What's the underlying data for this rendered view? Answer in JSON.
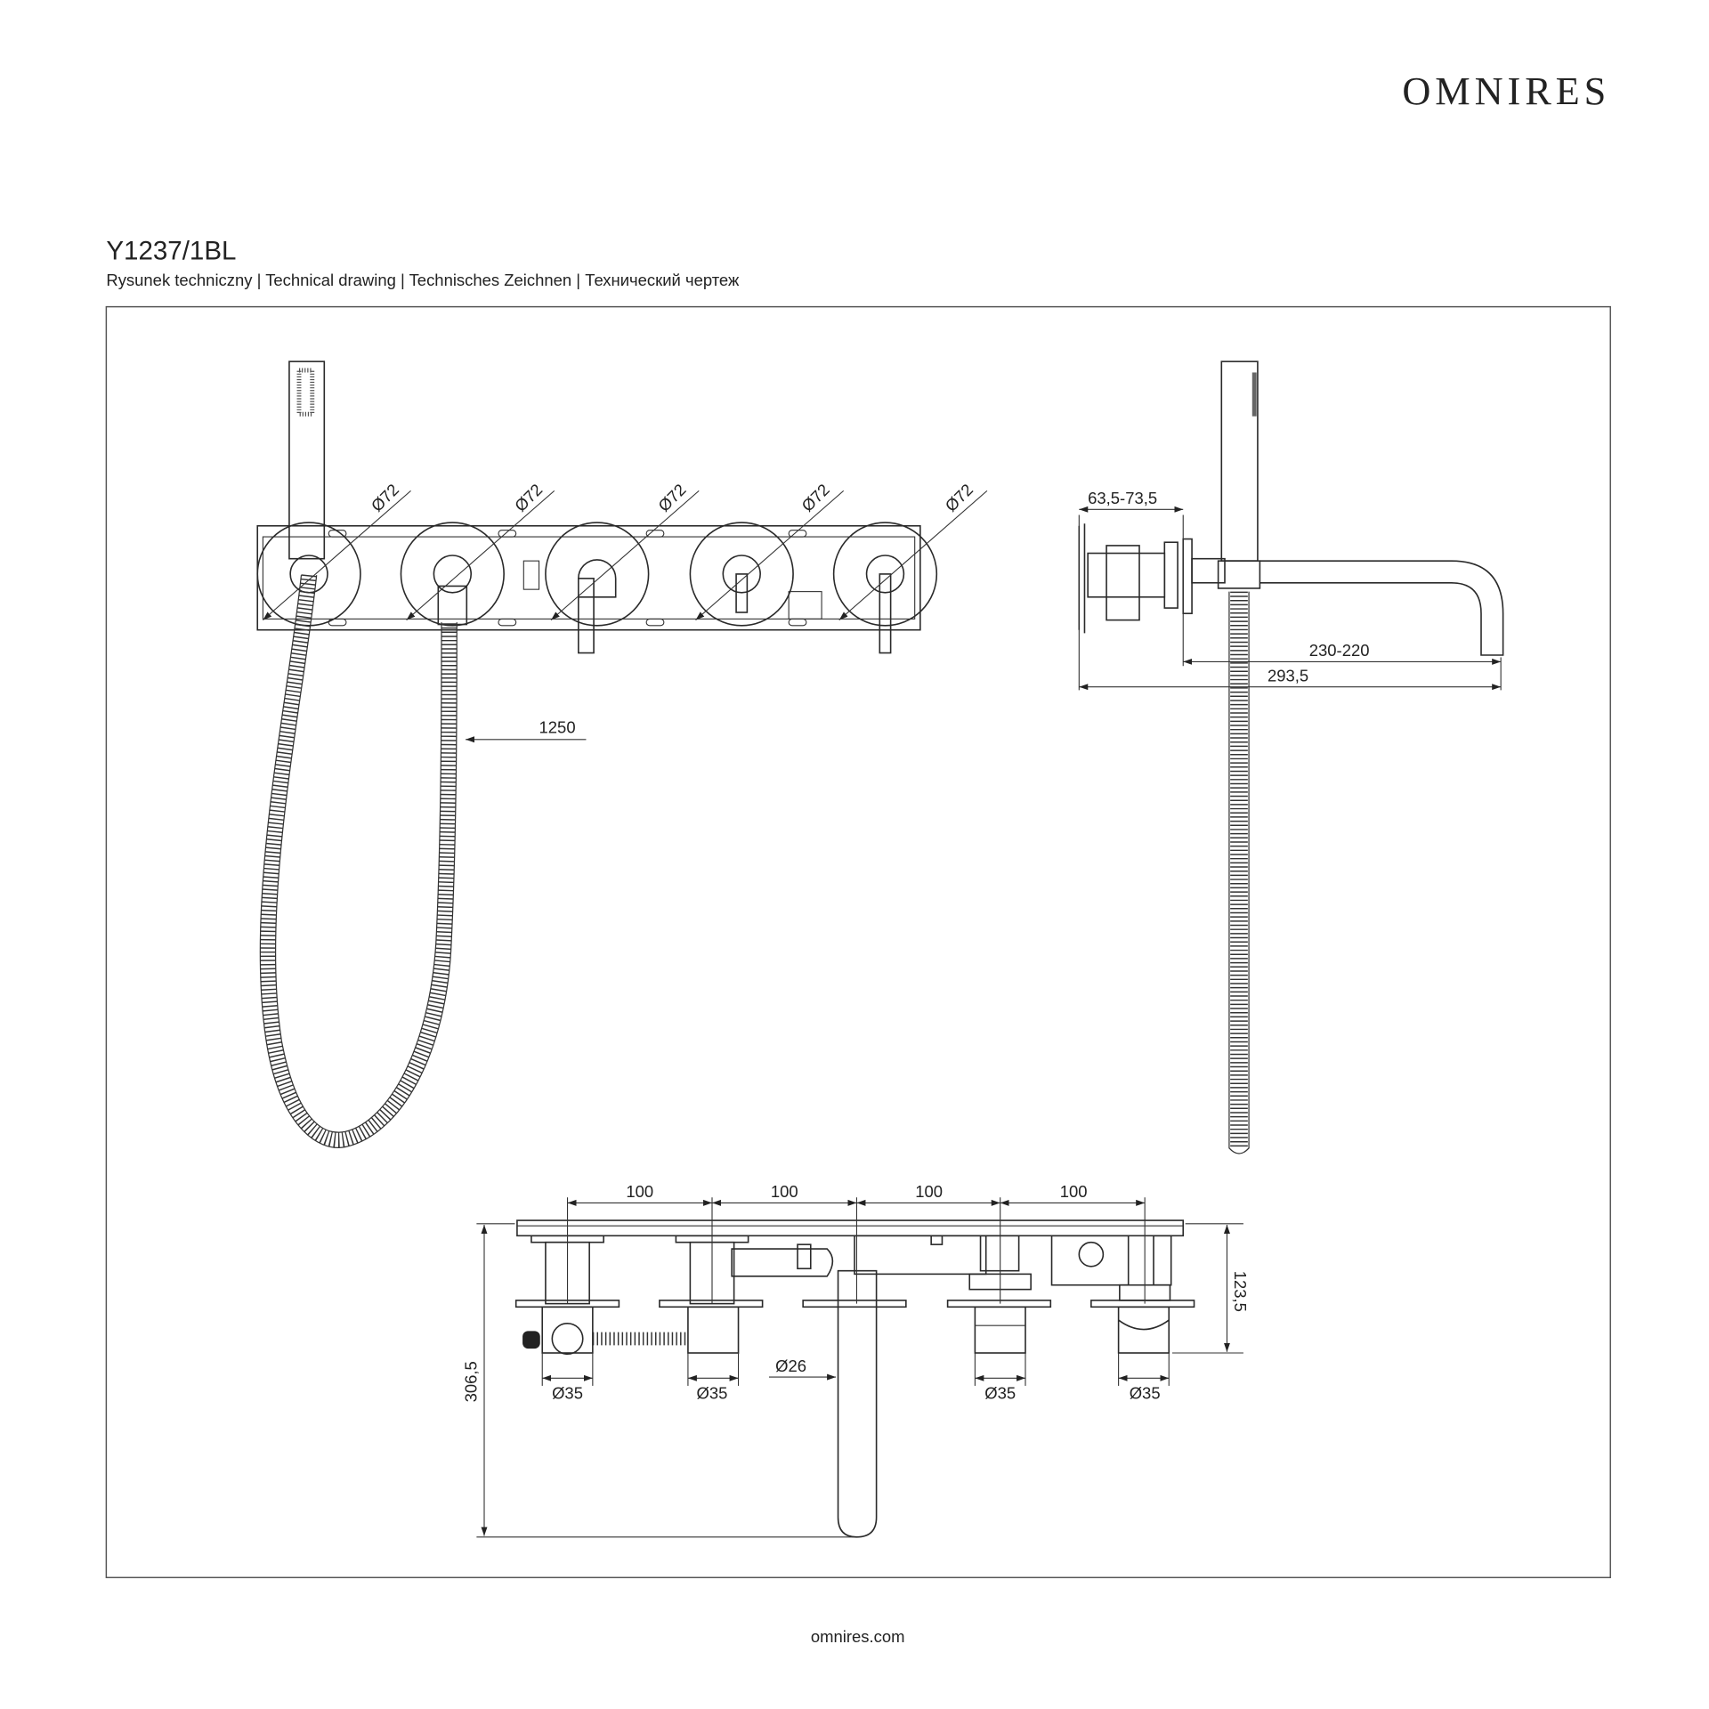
{
  "brand": {
    "logo": "OMNIRES",
    "website": "omnires.com"
  },
  "header": {
    "model": "Y1237/1BL",
    "subtitle": "Rysunek techniczny | Technical drawing | Technisches Zeichnen | Технический чертеж"
  },
  "front_view": {
    "knob_diameters": [
      "Ø72",
      "Ø72",
      "Ø72",
      "Ø72",
      "Ø72"
    ],
    "hose_length": "1250"
  },
  "side_view": {
    "wall_depth": "63,5-73,5",
    "spout_reach": "230-220",
    "total_depth": "293,5"
  },
  "bottom_view": {
    "spacings": [
      "100",
      "100",
      "100",
      "100"
    ],
    "height_body": "123,5",
    "height_total": "306,5",
    "spout_diameter": "Ø26",
    "outlet_diameters": [
      "Ø35",
      "Ø35",
      "Ø35",
      "Ø35"
    ]
  }
}
